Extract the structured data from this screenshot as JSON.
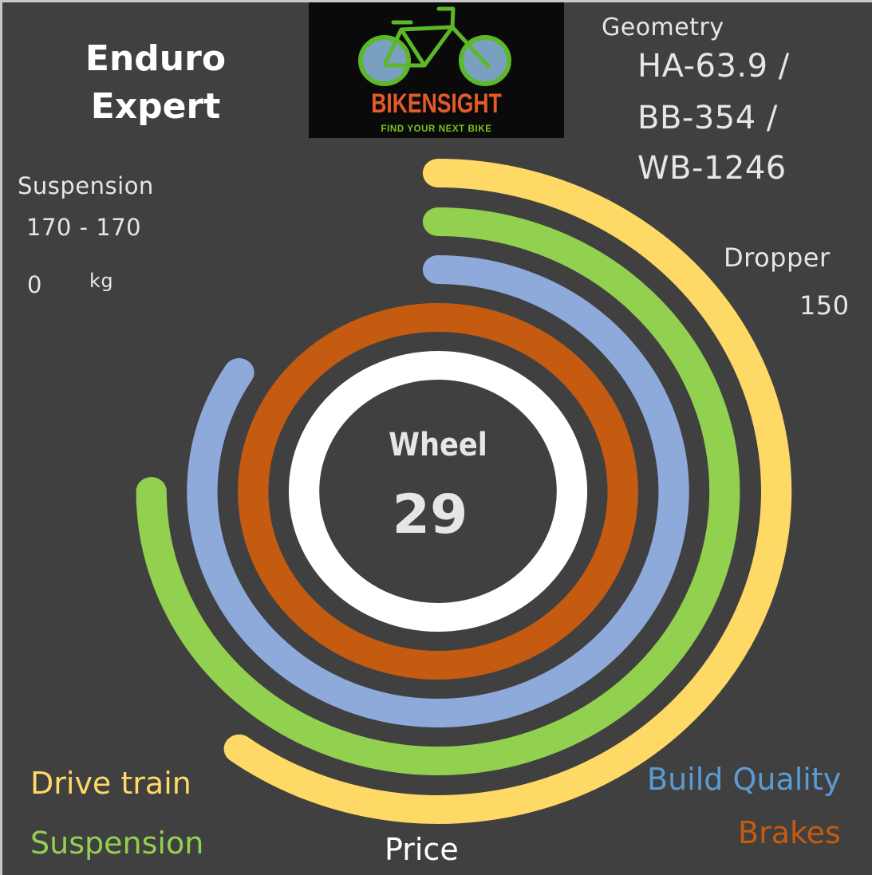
{
  "bike": {
    "title_line1": "Enduro",
    "title_line2": "Expert"
  },
  "logo": {
    "icon": "bicycle-icon",
    "name": "BIKENSIGHT",
    "tagline": "FIND YOUR NEXT BIKE",
    "colors": {
      "background": "#0a0a0a",
      "frame": "#5cb82a",
      "wheel_fill": "#7aa0c0",
      "name": "#e55a2b",
      "tagline": "#7bc21f"
    }
  },
  "specs": {
    "suspension_label": "Suspension",
    "suspension_value": "170 - 170",
    "weight_value": "0",
    "weight_unit": "kg",
    "geometry_label": "Geometry",
    "geometry_line1": "HA-63.9 /",
    "geometry_line2": "BB-354 /",
    "geometry_line3": "WB-1246",
    "dropper_label": "Dropper",
    "dropper_value": "150"
  },
  "center": {
    "label": "Wheel",
    "value": "29"
  },
  "legend": {
    "drive_train": "Drive train",
    "suspension": "Suspension",
    "price": "Price",
    "build_quality": "Build Quality",
    "brakes": "Brakes"
  },
  "colors": {
    "background": "#404040",
    "drive_train": "#ffd966",
    "suspension": "#92d050",
    "build_quality": "#8eaadb",
    "brakes": "#c55a11",
    "price": "#ffffff",
    "build_quality_text": "#5b9bd5",
    "text": "#e6e6e6"
  },
  "chart_data": {
    "type": "radial-bar",
    "title": "Enduro Expert",
    "start_angle_deg": 0,
    "direction": "clockwise",
    "max": 100,
    "series": [
      {
        "name": "Price",
        "value": 100,
        "color": "#ffffff",
        "ring": 1
      },
      {
        "name": "Brakes",
        "value": 100,
        "color": "#c55a11",
        "ring": 2
      },
      {
        "name": "Build Quality",
        "value": 84,
        "color": "#8eaadb",
        "ring": 3
      },
      {
        "name": "Suspension",
        "value": 75,
        "color": "#92d050",
        "ring": 4
      },
      {
        "name": "Drive train",
        "value": 60,
        "color": "#ffd966",
        "ring": 5
      }
    ],
    "center_text": {
      "label": "Wheel",
      "value": "29"
    },
    "legend_position": "bottom corners"
  }
}
